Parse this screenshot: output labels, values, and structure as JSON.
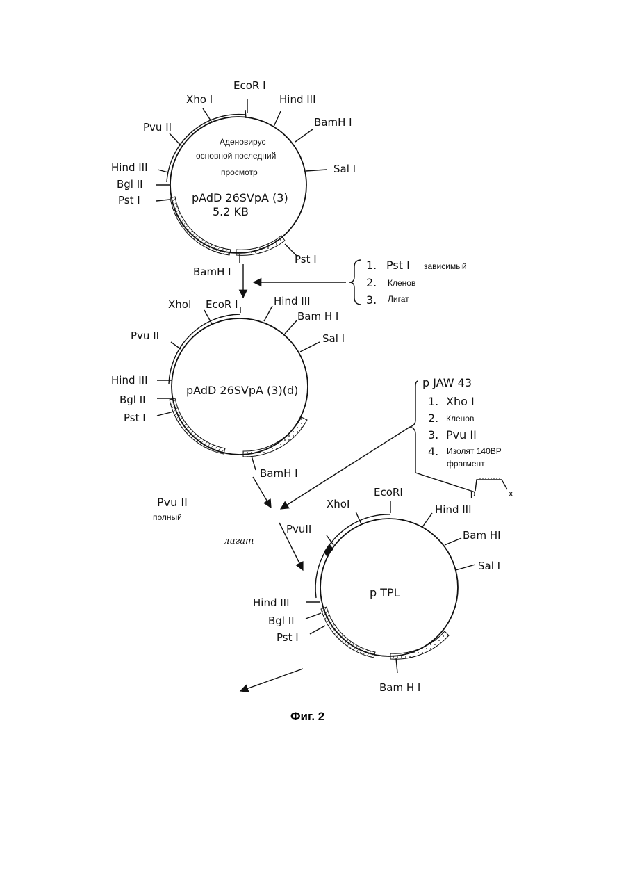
{
  "figure": {
    "caption": "Фиг. 2",
    "plasmid1": {
      "name": "pAdD 26SVpA (3)",
      "size": "5.2 KB",
      "insert_lines": [
        "Аденовирус",
        "основной последний",
        "просмотр"
      ],
      "sites": {
        "ecori": "EcoR I",
        "hind_top": "Hind III",
        "bamhi_top": "BamH I",
        "sali": "Sal I",
        "pst_right": "Pst I",
        "xhoi": "Xho I",
        "pvuii": "Pvu II",
        "hind_left": "Hind III",
        "bglii": "Bgl II",
        "pst_left": "Pst I",
        "bamhi_bottom": "BamH I"
      }
    },
    "step1": {
      "items": [
        {
          "num": "1.",
          "site": "Pst I",
          "text": "зависимый"
        },
        {
          "num": "2.",
          "site": "",
          "text": "Кленов"
        },
        {
          "num": "3.",
          "site": "",
          "text": "Лигат"
        }
      ]
    },
    "plasmid2": {
      "name": "pAdD 26SVpA (3)(d)",
      "sites": {
        "xhoi": "XhoI",
        "ecori": "EcoR I",
        "hind_top": "Hind III",
        "bamhi_top": "Bam H I",
        "sali": "Sal I",
        "pvuii": "Pvu II",
        "hind_left": "Hind III",
        "bglii": "Bgl II",
        "pst_left": "Pst I",
        "bamhi_bottom": "BamH I"
      }
    },
    "pjaw": {
      "title": "p JAW 43",
      "items": [
        {
          "num": "1.",
          "text": "Xho I"
        },
        {
          "num": "2.",
          "text": "Кленов"
        },
        {
          "num": "3.",
          "text": "Pvu II"
        },
        {
          "num": "4.",
          "text": "Изолят 140BP"
        }
      ],
      "item4_line2": "фрагмент",
      "fragment_left": "p",
      "fragment_right": "x"
    },
    "pvu_note": {
      "site": "Pvu II",
      "text": "полный"
    },
    "ligate_note": "лигат",
    "plasmid3": {
      "name": "p TPL",
      "sites": {
        "xhoi": "XhoI",
        "ecori": "EcoRI",
        "pvuii": "PvuII",
        "hind_top": "Hind III",
        "bamhi_top": "Bam HI",
        "sali": "Sal I",
        "hind_left": "Hind III",
        "bglii": "Bgl II",
        "pst_left": "Pst I",
        "bamhi_bottom": "Bam H I"
      }
    }
  }
}
